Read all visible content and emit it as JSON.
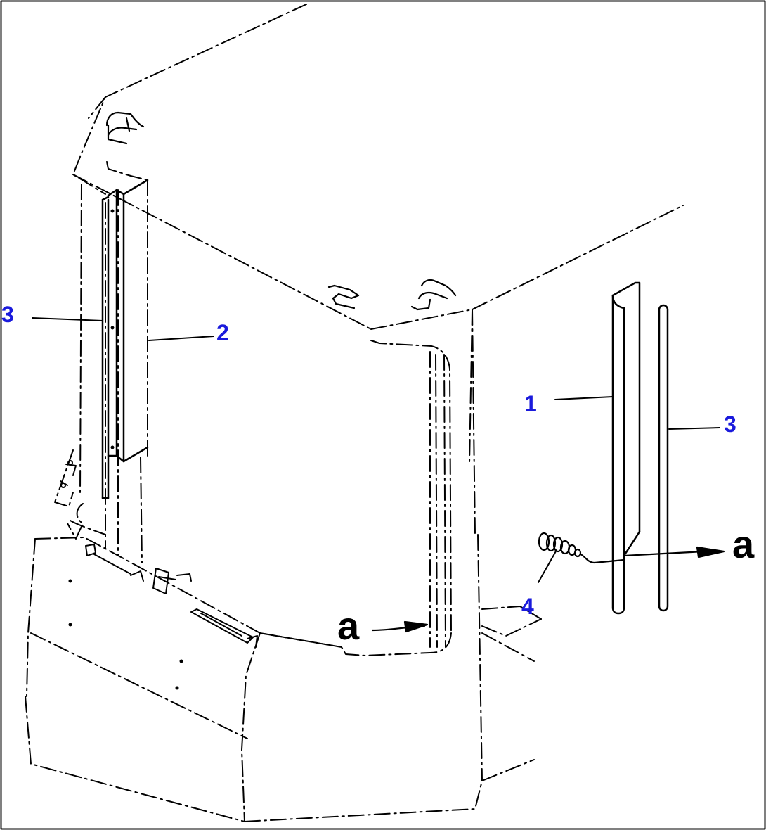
{
  "colors": {
    "callout": "#1a1adc",
    "ink": "#000000",
    "background": "#ffffff"
  },
  "callouts": {
    "c1": "1",
    "c2": "2",
    "c3_left": "3",
    "c3_right": "3",
    "c4": "4"
  },
  "view_labels": {
    "a_left": "a",
    "a_right": "a"
  }
}
